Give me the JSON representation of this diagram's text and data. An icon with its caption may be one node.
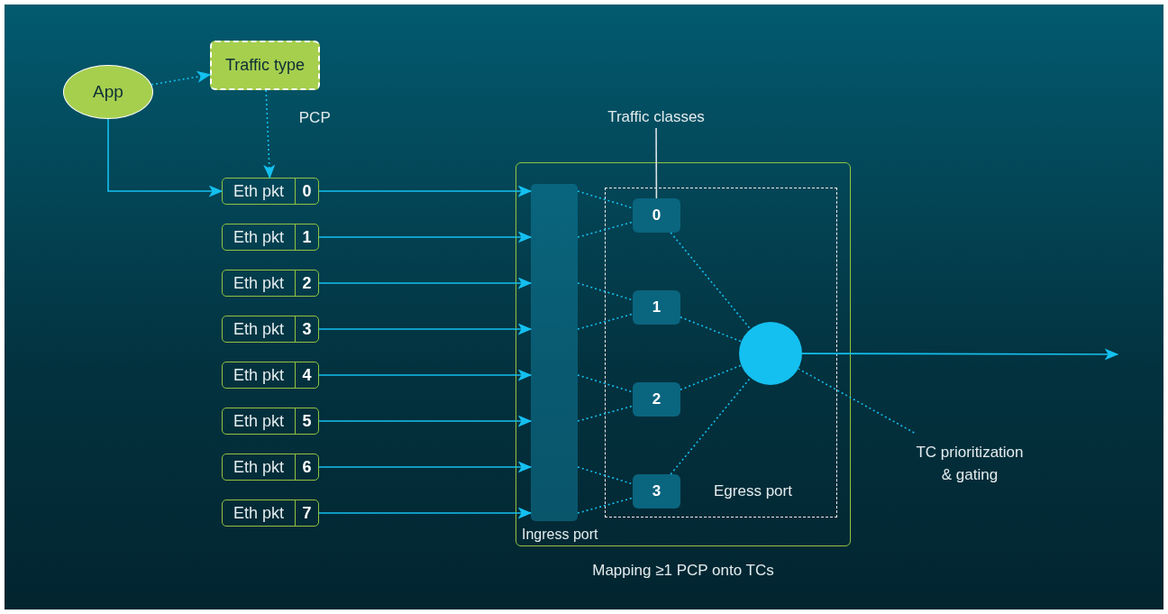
{
  "diagram": {
    "nodes": [
      {
        "text": [
          "App"
        ]
      },
      {
        "text": [
          "Traffic type"
        ]
      },
      {
        "text": [
          "Eth pkt",
          "0"
        ]
      },
      {
        "text": [
          "Eth pkt",
          "1"
        ]
      },
      {
        "text": [
          "Eth pkt",
          "2"
        ]
      },
      {
        "text": [
          "Eth pkt",
          "3"
        ]
      },
      {
        "text": [
          "Eth pkt",
          "4"
        ]
      },
      {
        "text": [
          "Eth pkt",
          "5"
        ]
      },
      {
        "text": [
          "Eth pkt",
          "6"
        ]
      },
      {
        "text": [
          "Eth pkt",
          "7"
        ]
      },
      {
        "text": [
          "Mapping ≥1 PCP onto TCs"
        ]
      },
      {
        "text": [
          "Ingress port"
        ],
        "in": 10
      },
      {
        "text": [
          "Egress port"
        ],
        "in": 10
      },
      {
        "text": [
          "0"
        ],
        "in": 12
      },
      {
        "text": [
          "1"
        ],
        "in": 12
      },
      {
        "text": [
          "2"
        ],
        "in": 12
      },
      {
        "text": [
          "3"
        ],
        "in": 12
      },
      {
        "text": [],
        "shape": "circle",
        "in": 12
      },
      {
        "text": [
          "Traffic classes"
        ]
      },
      {
        "text": [
          "TC prioritization & gating"
        ]
      }
    ],
    "edges": [
      {
        "from": 0,
        "to": 1,
        "arrow": "to",
        "style": "dashed"
      },
      {
        "from": 1,
        "to": 2,
        "arrow": "to",
        "style": "dashed",
        "label": "PCP"
      },
      {
        "from": 0,
        "to": 2,
        "arrow": "to"
      },
      {
        "from": 2,
        "to": 11,
        "arrow": "to"
      },
      {
        "from": 3,
        "to": 11,
        "arrow": "to"
      },
      {
        "from": 4,
        "to": 11,
        "arrow": "to"
      },
      {
        "from": 5,
        "to": 11,
        "arrow": "to"
      },
      {
        "from": 6,
        "to": 11,
        "arrow": "to"
      },
      {
        "from": 7,
        "to": 11,
        "arrow": "to"
      },
      {
        "from": 8,
        "to": 11,
        "arrow": "to"
      },
      {
        "from": 9,
        "to": 11,
        "arrow": "to"
      },
      {
        "from": 11,
        "to": 13,
        "arrow": "none",
        "style": "dashed"
      },
      {
        "from": 11,
        "to": 13,
        "arrow": "none",
        "style": "dashed"
      },
      {
        "from": 11,
        "to": 14,
        "arrow": "none",
        "style": "dashed"
      },
      {
        "from": 11,
        "to": 14,
        "arrow": "none",
        "style": "dashed"
      },
      {
        "from": 11,
        "to": 15,
        "arrow": "none",
        "style": "dashed"
      },
      {
        "from": 11,
        "to": 15,
        "arrow": "none",
        "style": "dashed"
      },
      {
        "from": 11,
        "to": 16,
        "arrow": "none",
        "style": "dashed"
      },
      {
        "from": 11,
        "to": 16,
        "arrow": "none",
        "style": "dashed"
      },
      {
        "from": 13,
        "to": 17,
        "arrow": "none",
        "style": "dashed"
      },
      {
        "from": 14,
        "to": 17,
        "arrow": "none",
        "style": "dashed"
      },
      {
        "from": 15,
        "to": 17,
        "arrow": "none",
        "style": "dashed"
      },
      {
        "from": 16,
        "to": 17,
        "arrow": "none",
        "style": "dashed"
      },
      {
        "from": 17,
        "to": null,
        "arrow": "to"
      },
      {
        "from": 18,
        "to": 13,
        "arrow": "none",
        "color": "#d9e1e4"
      },
      {
        "from": 17,
        "to": 19,
        "arrow": "none",
        "style": "dashed"
      }
    ]
  }
}
